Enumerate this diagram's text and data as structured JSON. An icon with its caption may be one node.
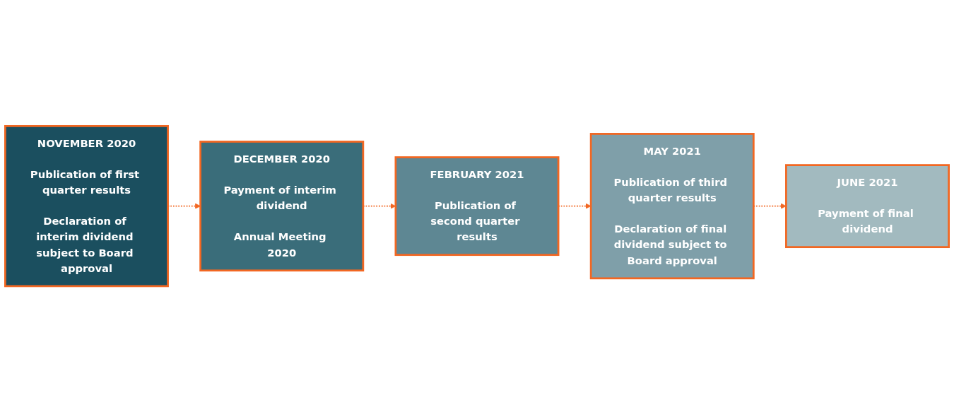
{
  "diagram": {
    "nodes": [
      {
        "text": [
          "NOVEMBER 2020",
          "Publication of first quarter results",
          "Declaration of interim dividend subject to Board approval"
        ]
      },
      {
        "text": [
          "DECEMBER 2020",
          "Payment of interim dividend",
          "Annual Meeting 2020"
        ]
      },
      {
        "text": [
          "FEBRUARY 2021",
          "Publication of second quarter results"
        ]
      },
      {
        "text": [
          "MAY 2021",
          "Publication of third quarter results",
          "Declaration of final dividend subject to Board approval"
        ]
      },
      {
        "text": [
          "JUNE 2021",
          "Payment of final dividend"
        ]
      }
    ],
    "edges": [
      {
        "from": 0,
        "to": 1,
        "arrow": "to",
        "style": "dashed",
        "color": "#f26722"
      },
      {
        "from": 1,
        "to": 2,
        "arrow": "to",
        "style": "dashed",
        "color": "#f26722"
      },
      {
        "from": 2,
        "to": 3,
        "arrow": "to",
        "style": "dashed",
        "color": "#f26722"
      },
      {
        "from": 3,
        "to": 4,
        "arrow": "to",
        "style": "dashed",
        "color": "#f26722"
      }
    ]
  }
}
